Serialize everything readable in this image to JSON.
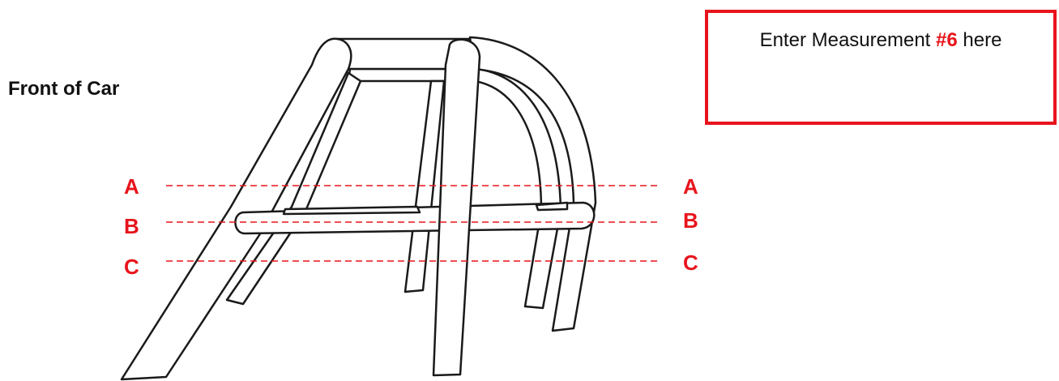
{
  "labels": {
    "front_of_car": "Front of Car",
    "line_a": "A",
    "line_b": "B",
    "line_c": "C"
  },
  "measurement_box": {
    "prefix": "Enter Measurement ",
    "number": "#6",
    "suffix": " here"
  },
  "colors": {
    "accent_red": "#e8141c",
    "outline": "#1a1a1a"
  }
}
